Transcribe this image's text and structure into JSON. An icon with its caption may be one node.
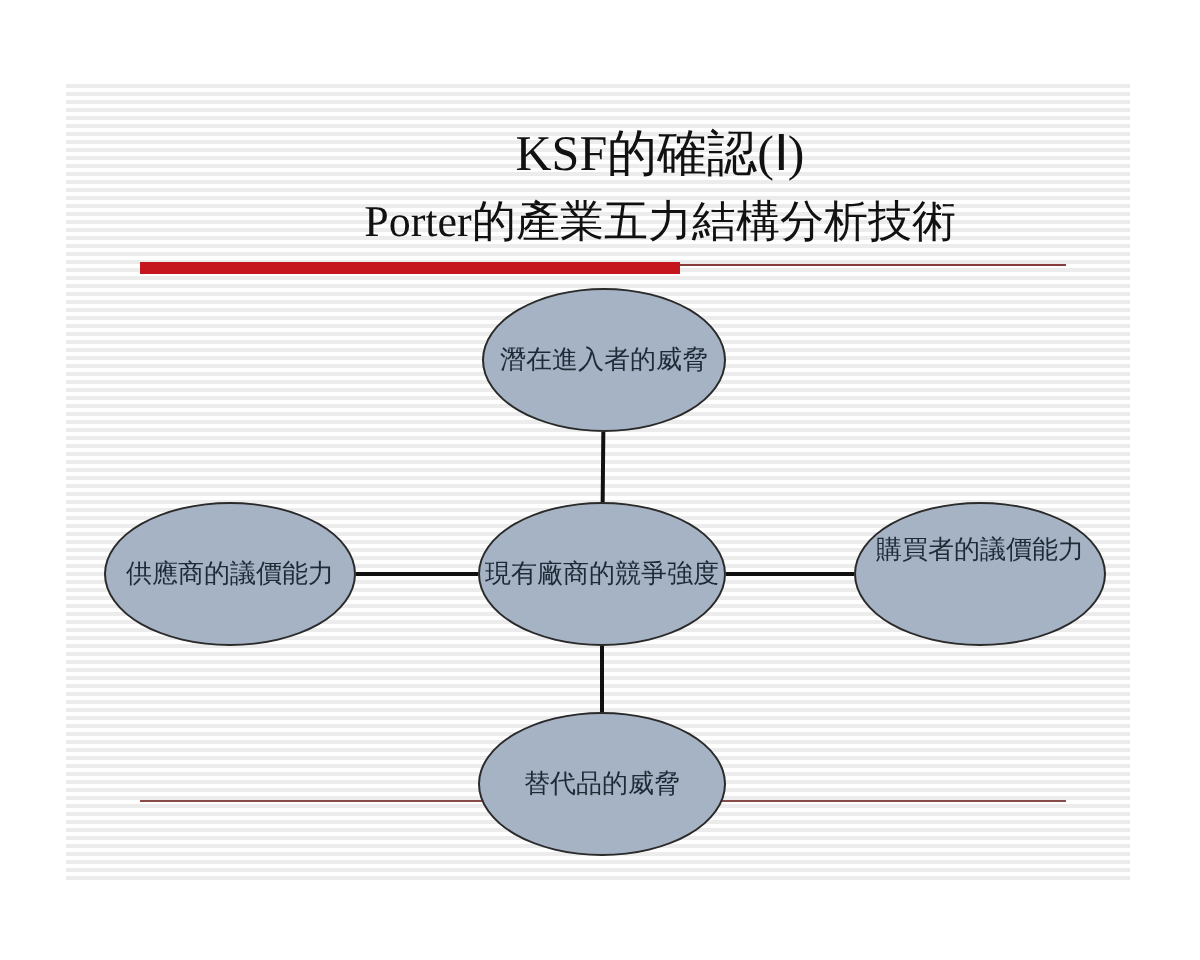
{
  "diagram": {
    "title": "KSF的確認(Ⅰ)",
    "nodes": [
      {
        "text": [
          "潛在進入者的威脅"
        ]
      },
      {
        "text": [
          "供應商的議價能力"
        ]
      },
      {
        "text": [
          "現有廠商的競爭強度"
        ]
      },
      {
        "text": [
          "購買者的議價能力"
        ]
      },
      {
        "text": [
          "替代品的威脅"
        ]
      }
    ],
    "edges": [
      {
        "from": 0,
        "to": 2,
        "arrow": "none"
      },
      {
        "from": 1,
        "to": 2,
        "arrow": "none"
      },
      {
        "from": 2,
        "to": 3,
        "arrow": "none"
      },
      {
        "from": 2,
        "to": 4,
        "arrow": "none"
      }
    ],
    "labels": [
      "Porter的產業五力結構分析技術"
    ]
  }
}
